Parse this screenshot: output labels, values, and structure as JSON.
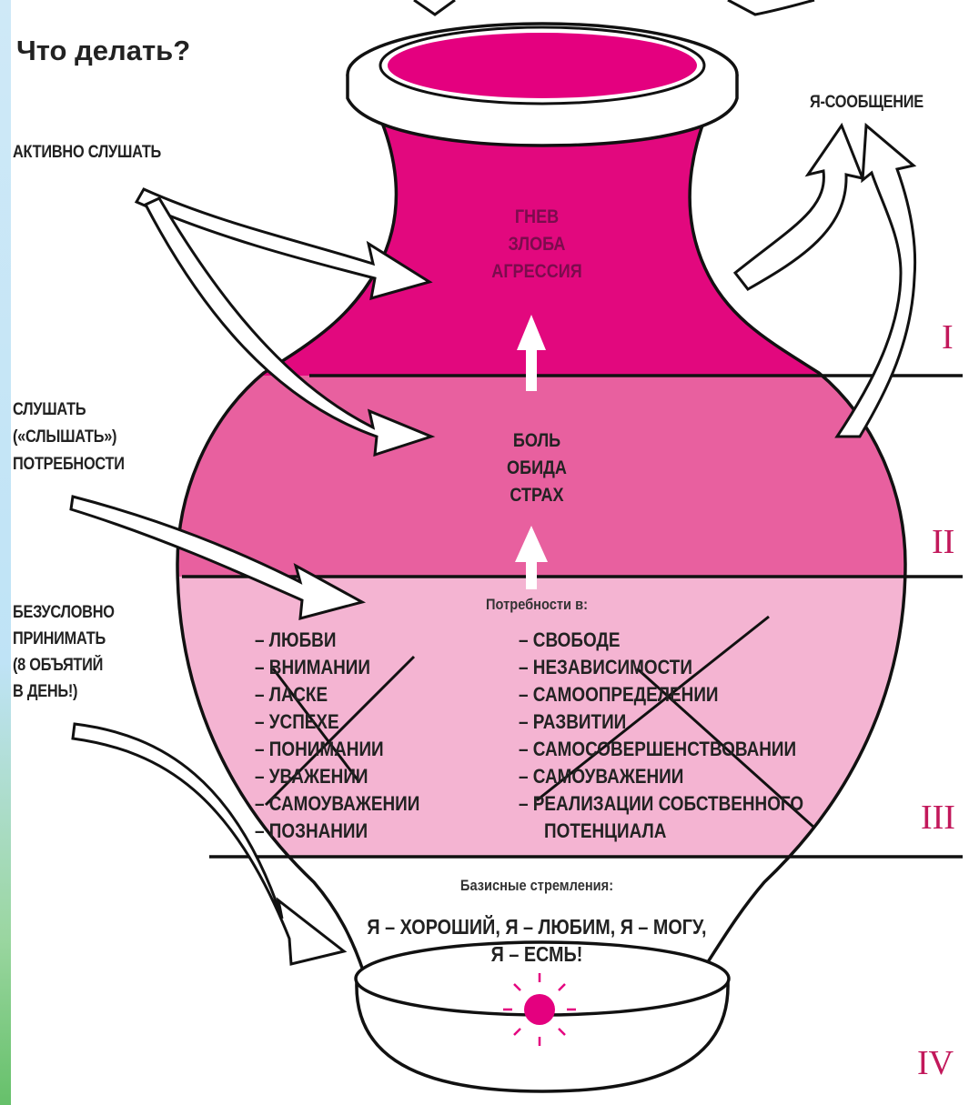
{
  "title": "Что делать?",
  "left_labels": {
    "active_listen": "АКТИВНО СЛУШАТЬ",
    "hear_needs": [
      "СЛУШАТЬ",
      "(«СЛЫШАТЬ»)",
      "ПОТРЕБНОСТИ"
    ],
    "accept": [
      "БЕЗУСЛОВНО",
      "ПРИНИМАТЬ",
      "(8 ОБЪЯТИЙ",
      "В ДЕНЬ!)"
    ]
  },
  "right_label": "Я-СООБЩЕНИЕ",
  "layer_i": {
    "words": [
      "ГНЕВ",
      "ЗЛОБА",
      "АГРЕССИЯ"
    ],
    "numeral": "I"
  },
  "layer_ii": {
    "words": [
      "БОЛЬ",
      "ОБИДА",
      "СТРАХ"
    ],
    "numeral": "II"
  },
  "layer_iii": {
    "heading": "Потребности в:",
    "left_items": [
      "– ЛЮБВИ",
      "– ВНИМАНИИ",
      "– ЛАСКЕ",
      "– УСПЕХЕ",
      "– ПОНИМАНИИ",
      "– УВАЖЕНИИ",
      "– САМОУВАЖЕНИИ",
      "– ПОЗНАНИИ"
    ],
    "right_items": [
      "– СВОБОДЕ",
      "– НЕЗАВИСИМОСТИ",
      "– САМООПРЕДЕЛЕНИИ",
      "– РАЗВИТИИ",
      "– САМОСОВЕРШЕНСТВОВАНИИ",
      "– САМОУВАЖЕНИИ",
      "– РЕАЛИЗАЦИИ СОБСТВЕННОГО",
      "ПОТЕНЦИАЛА"
    ],
    "numeral": "III"
  },
  "layer_iv": {
    "heading": "Базисные стремления:",
    "line1": "Я – ХОРОШИЙ, Я – ЛЮБИМ, Я – МОГУ,",
    "line2": "Я – ЕСМЬ!",
    "numeral": "IV"
  },
  "colors": {
    "layer_i": "#e2087e",
    "layer_ii": "#e8609f",
    "layer_iii": "#f4b4d2",
    "layer_iv": "#ffffff",
    "mouth": "#e4007f",
    "sun": "#e4007f",
    "roman": "#c2185b",
    "outline": "#111111"
  }
}
